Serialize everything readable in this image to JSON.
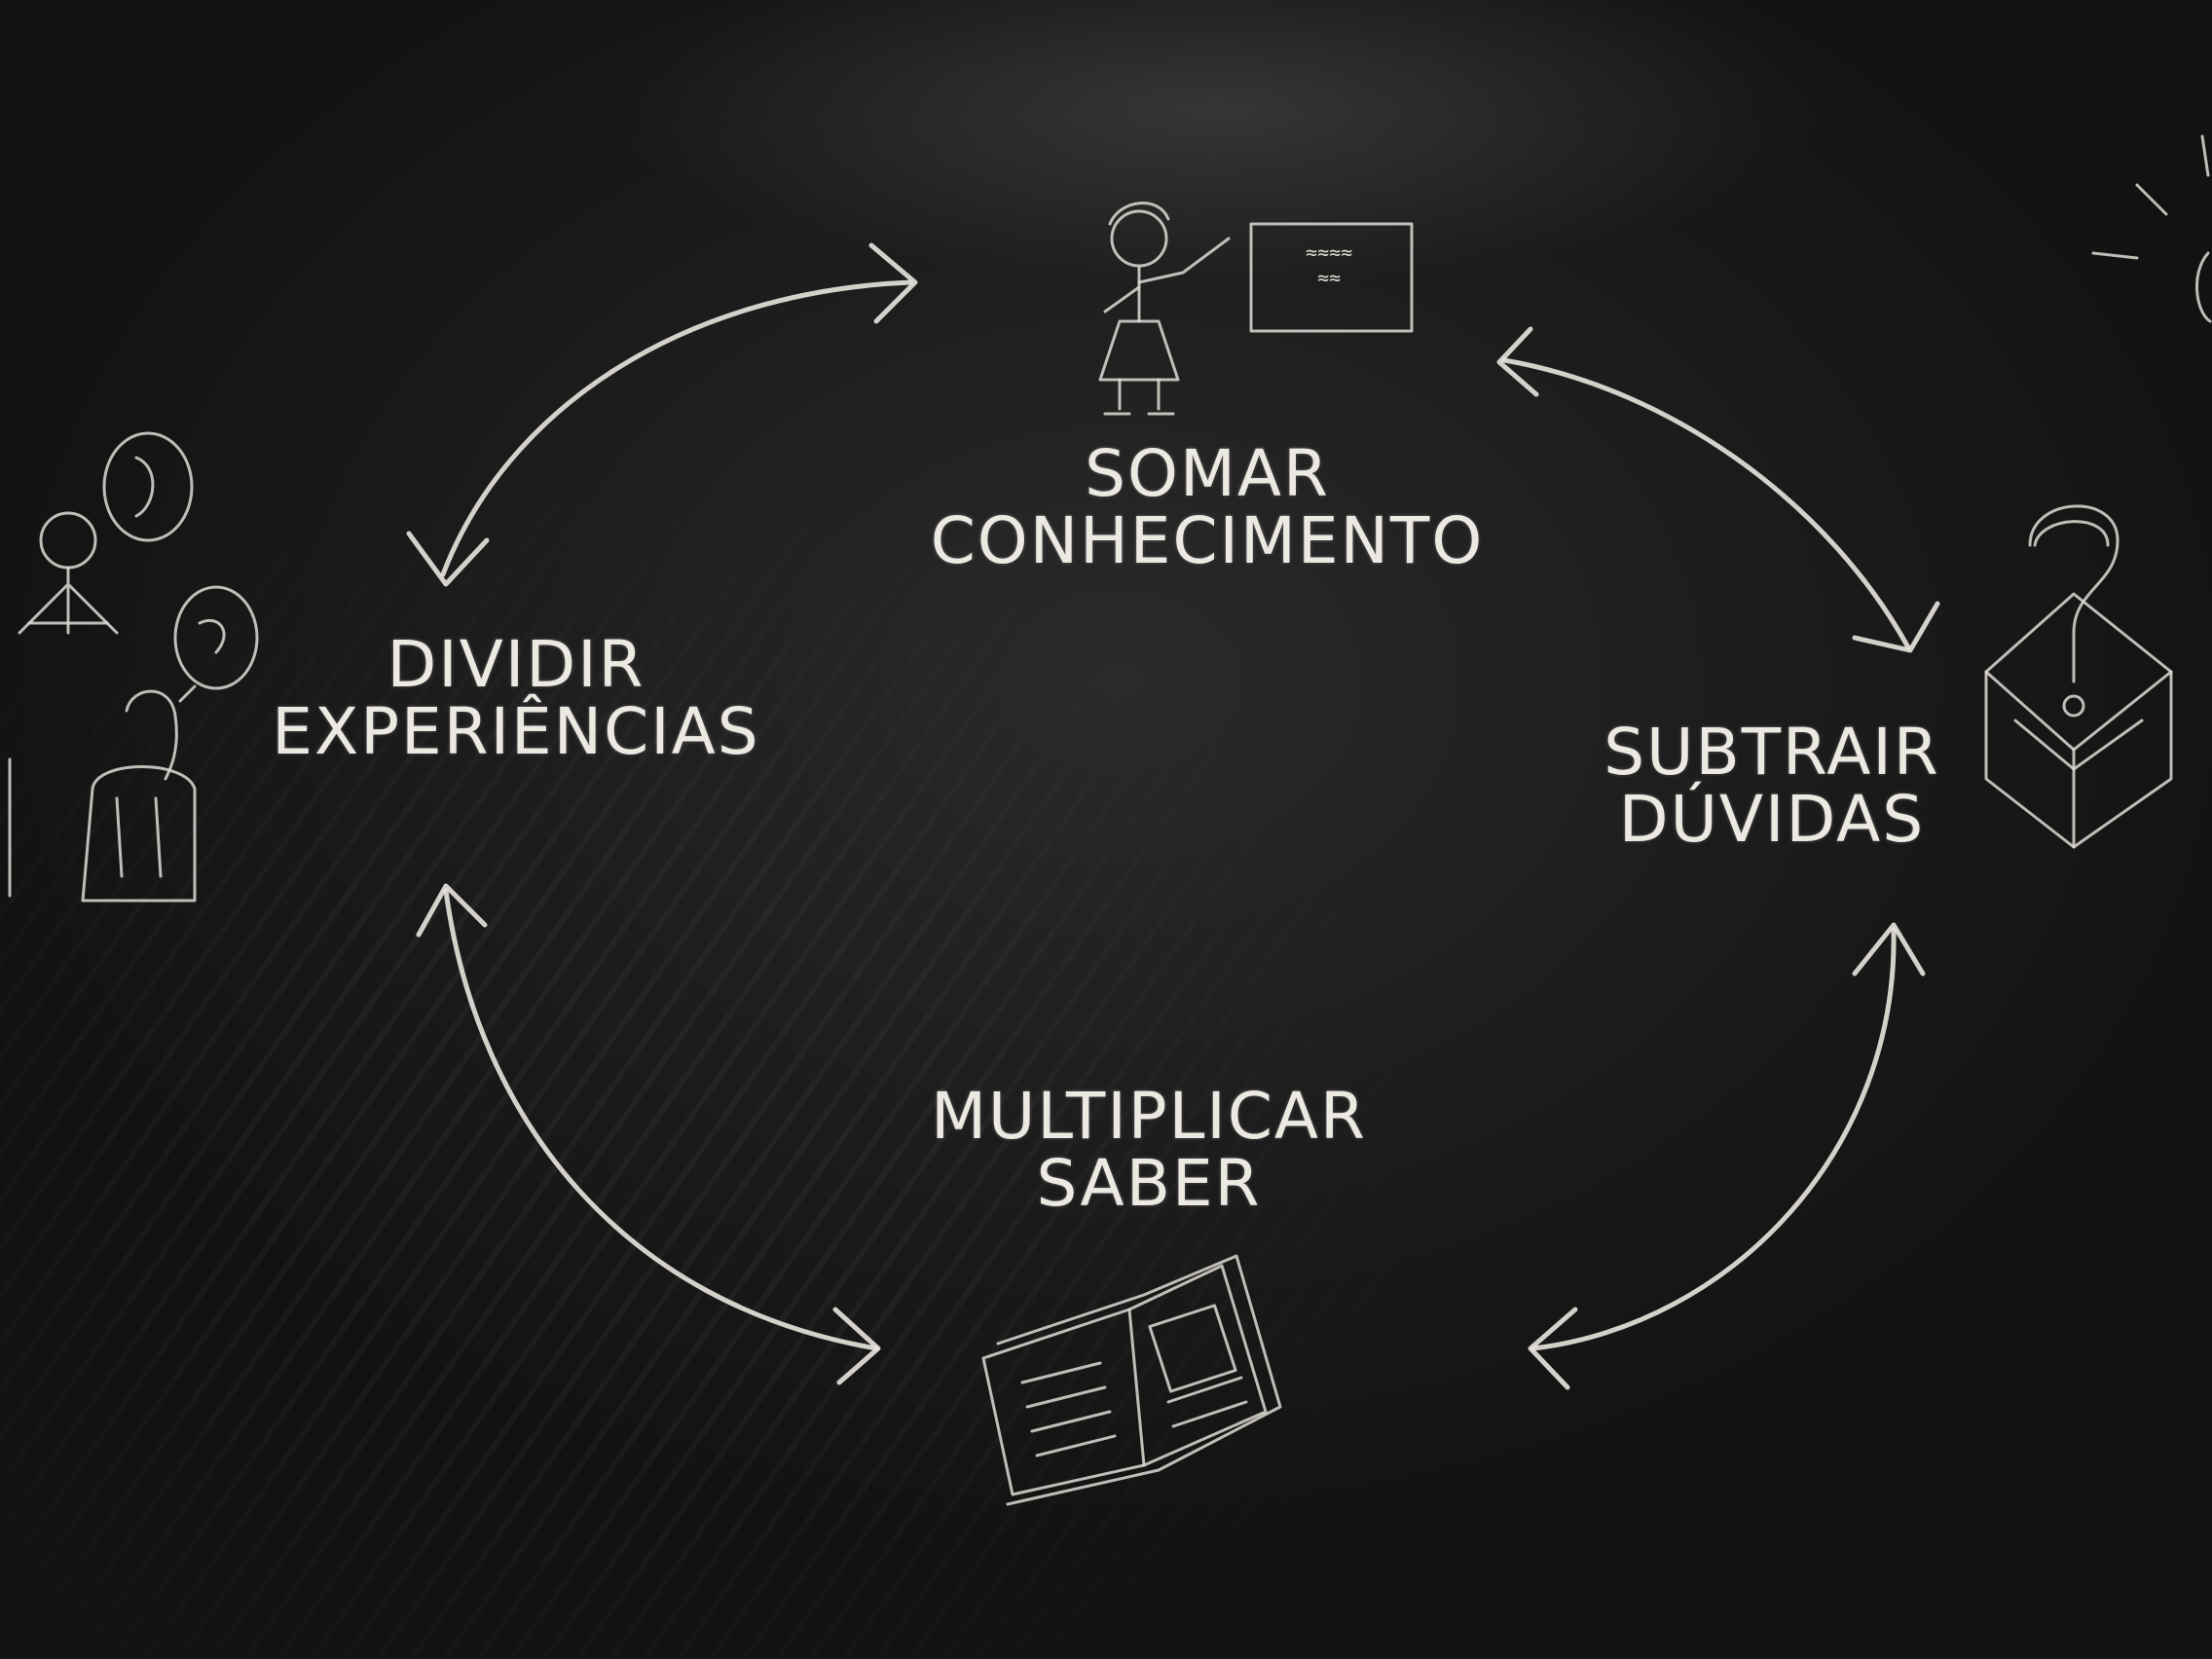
{
  "diagram": {
    "labels": {
      "somar": {
        "line1": "SOMAR",
        "line2": "CONHECIMENTO"
      },
      "dividir": {
        "line1": "DIVIDIR",
        "line2": "EXPERIÊNCIAS"
      },
      "subtrair": {
        "line1": "SUBTRAIR",
        "line2": "DÚVIDAS"
      },
      "multiplicar": {
        "line1": "MULTIPLICAR",
        "line2": "SABER"
      }
    },
    "icons": [
      "teacher-icon",
      "people-icon",
      "question-box-icon",
      "open-book-icon",
      "idea-burst-icon"
    ],
    "colors": {
      "board": "#1c1c1c",
      "chalk": "#e9e6df"
    }
  }
}
